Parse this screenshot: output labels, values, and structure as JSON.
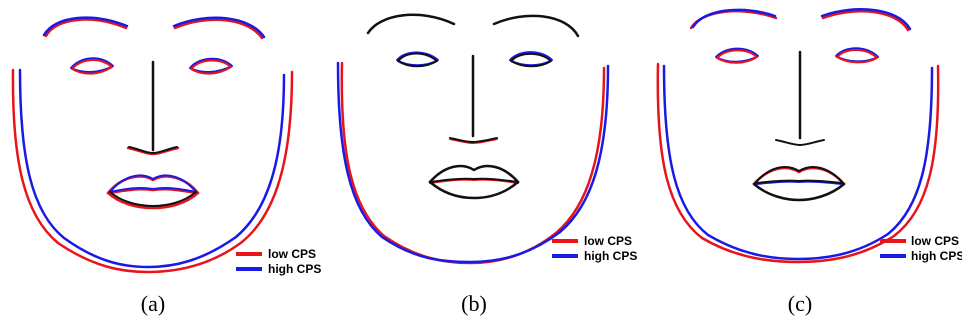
{
  "legend": {
    "low_label": "low CPS",
    "high_label": "high CPS"
  },
  "panels": [
    {
      "caption": "(a)"
    },
    {
      "caption": "(b)"
    },
    {
      "caption": "(c)"
    }
  ],
  "colors": {
    "low": "#e8141b",
    "high": "#1a1ae6",
    "feature": "#111111"
  }
}
